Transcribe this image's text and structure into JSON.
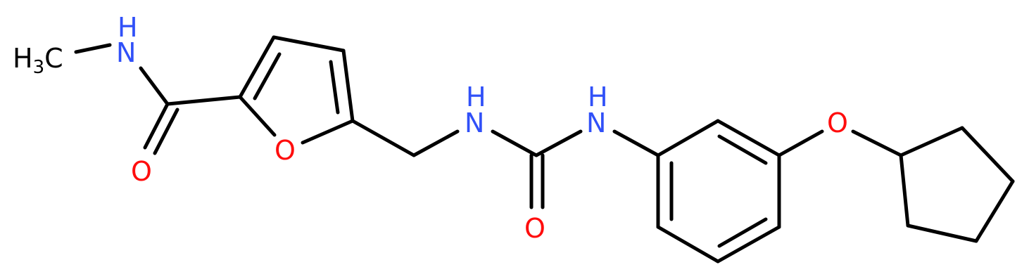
{
  "molecule": {
    "atoms": {
      "methyl": {
        "main": "H",
        "sub": "3",
        "tail": "C"
      },
      "amide_n": "N",
      "amide_n_h": "H",
      "amide_o": "O",
      "furan_o": "O",
      "urea_n1": "N",
      "urea_n1_h": "H",
      "urea_n2": "N",
      "urea_n2_h": "H",
      "urea_o": "O",
      "ether_o": "O"
    },
    "colors": {
      "bond": "#000000",
      "carbon": "#000000",
      "nitrogen": "#3050F8",
      "oxygen": "#FF0D0D"
    }
  }
}
